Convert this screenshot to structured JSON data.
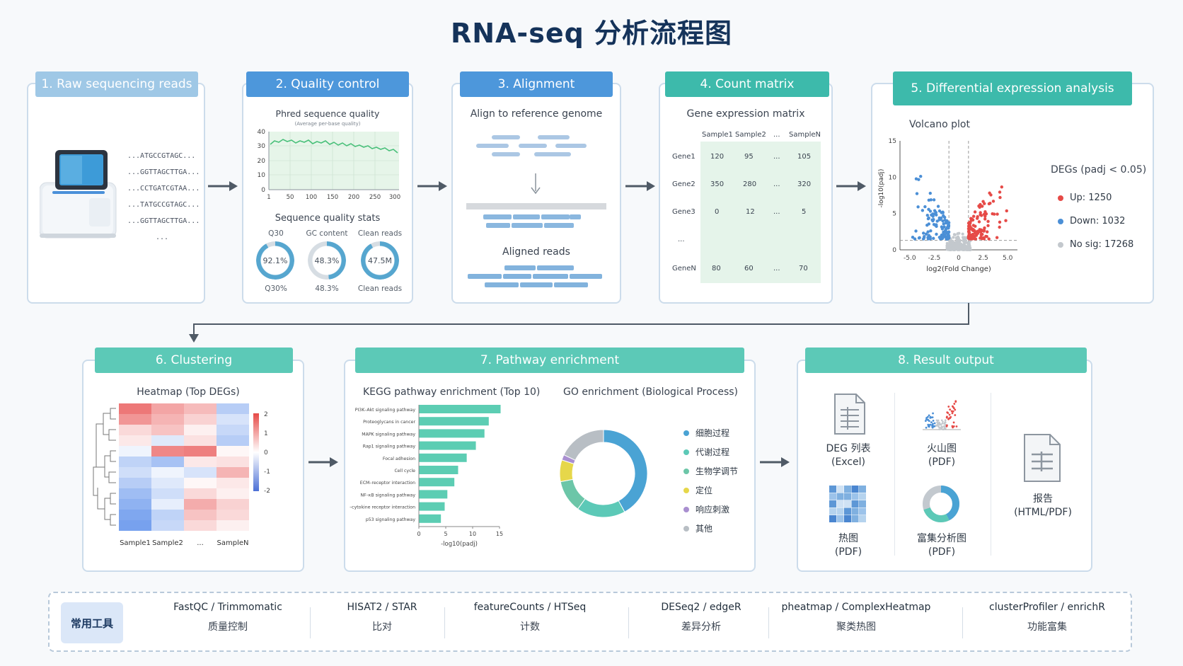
{
  "title": "RNA-seq 分析流程图",
  "colors": {
    "blue_header": "#4d97db",
    "light_blue_header": "#9ec9e8",
    "teal_header": "#5cc9b7",
    "up": "#e64a47",
    "down": "#4b8fd6",
    "nosig": "#c3c8cd",
    "bar": "#5ccdb3"
  },
  "steps": {
    "s1": {
      "title": "1. Raw sequencing reads",
      "reads": [
        "...ATGCCGTAGC...",
        "...GGTTAGCTTGA...",
        "...CCTGATCGTAA...",
        "...TATGCCGTAGC...",
        "...GGTTAGCTTGA...",
        "..."
      ]
    },
    "s2": {
      "title": "2. Quality control",
      "chart_title": "Phred sequence quality",
      "chart_subtitle": "(Average per-base quality)",
      "yticks": [
        "40",
        "30",
        "20",
        "10",
        "0"
      ],
      "xticks": [
        "1",
        "50",
        "100",
        "150",
        "200",
        "250",
        "300"
      ],
      "stats_title": "Sequence quality stats",
      "stats": [
        {
          "top": "Q30",
          "value": "92.1%",
          "bottom": "Q30%",
          "pct": 0.921
        },
        {
          "top": "GC content",
          "value": "48.3%",
          "bottom": "48.3%",
          "pct": 0.483
        },
        {
          "top": "Clean reads",
          "value": "47.5M",
          "bottom": "Clean reads",
          "pct": 0.92
        }
      ]
    },
    "s3": {
      "title": "3. Alignment",
      "subtitle": "Align to reference genome",
      "aligned_label": "Aligned reads"
    },
    "s4": {
      "title": "4. Count matrix",
      "subtitle": "Gene expression matrix",
      "columns": [
        "Sample1",
        "Sample2",
        "...",
        "SampleN"
      ],
      "rows": [
        {
          "gene": "Gene1",
          "values": [
            "120",
            "95",
            "...",
            "105"
          ]
        },
        {
          "gene": "Gene2",
          "values": [
            "350",
            "280",
            "...",
            "320"
          ]
        },
        {
          "gene": "Gene3",
          "values": [
            "0",
            "12",
            "...",
            "5"
          ]
        },
        {
          "gene": "...",
          "values": [
            "",
            "",
            "",
            ""
          ]
        },
        {
          "gene": "GeneN",
          "values": [
            "80",
            "60",
            "...",
            "70"
          ]
        }
      ]
    },
    "s5": {
      "title": "5. Differential expression analysis",
      "subtitle": "Volcano plot",
      "xlabel": "log2(Fold Change)",
      "ylabel": "-log10(padj)",
      "xticks": [
        "-5.0",
        "-2.5",
        "0",
        "2.5",
        "5.0"
      ],
      "yticks": [
        "15",
        "10",
        "5",
        "0"
      ],
      "legend_title": "DEGs (padj < 0.05)",
      "up_label": "Up: 1250",
      "down_label": "Down: 1032",
      "nosig_label": "No sig: 17268"
    },
    "s6": {
      "title": "6. Clustering",
      "subtitle": "Heatmap (Top DEGs)",
      "cols": [
        "Sample1",
        "Sample2",
        "...",
        "SampleN"
      ],
      "scale": [
        "2",
        "1",
        "0",
        "-1",
        "-2"
      ]
    },
    "s7": {
      "title": "7. Pathway enrichment",
      "kegg_title": "KEGG pathway enrichment (Top 10)",
      "go_title": "GO enrichment (Biological Process)",
      "xlabel": "-log10(padj)",
      "xticks": [
        "0",
        "5",
        "10",
        "15"
      ],
      "go_legend": [
        {
          "label": "细胞过程",
          "color": "#4aa3d4"
        },
        {
          "label": "代谢过程",
          "color": "#5cc9b7"
        },
        {
          "label": "生物学调节",
          "color": "#6cc6a8"
        },
        {
          "label": "定位",
          "color": "#e6d74a"
        },
        {
          "label": "响应刺激",
          "color": "#a98fd0"
        },
        {
          "label": "其他",
          "color": "#b8bec4"
        }
      ]
    },
    "s8": {
      "title": "8. Result output",
      "items": [
        {
          "label": "DEG 列表\n(Excel)"
        },
        {
          "label": "火山图\n(PDF)"
        },
        {
          "label": "热图\n(PDF)"
        },
        {
          "label": "富集分析图\n(PDF)"
        },
        {
          "label": "报告\n(HTML/PDF)"
        }
      ]
    }
  },
  "tools_label": "常用工具",
  "tools": [
    {
      "name": "FastQC / Trimmomatic",
      "cn": "质量控制"
    },
    {
      "name": "HISAT2 / STAR",
      "cn": "比对"
    },
    {
      "name": "featureCounts / HTSeq",
      "cn": "计数"
    },
    {
      "name": "DESeq2 / edgeR",
      "cn": "差异分析"
    },
    {
      "name": "pheatmap / ComplexHeatmap",
      "cn": "聚类热图"
    },
    {
      "name": "clusterProfiler / enrichR",
      "cn": "功能富集"
    }
  ],
  "chart_data": [
    {
      "type": "bar",
      "title": "KEGG pathway enrichment (Top 10)",
      "xlabel": "-log10(padj)",
      "xlim": [
        0,
        15
      ],
      "categories": [
        "PI3K–Akt signaling pathway",
        "Proteoglycans in cancer",
        "MAPK signaling pathway",
        "Rap1 signaling pathway",
        "Focal adhesion",
        "Cell cycle",
        "ECM–receptor interaction",
        "NF–κB signaling pathway",
        "Cytokine–cytokine receptor interaction",
        "p53 signaling pathway"
      ],
      "values": [
        15.2,
        13.0,
        12.2,
        10.6,
        8.9,
        7.3,
        6.6,
        5.3,
        4.8,
        4.1
      ]
    },
    {
      "type": "pie",
      "title": "GO enrichment (Biological Process)",
      "categories": [
        "细胞过程",
        "代谢过程",
        "生物学调节",
        "定位",
        "响应刺激",
        "其他"
      ],
      "values": [
        42,
        18,
        12,
        8,
        2,
        18
      ]
    }
  ]
}
